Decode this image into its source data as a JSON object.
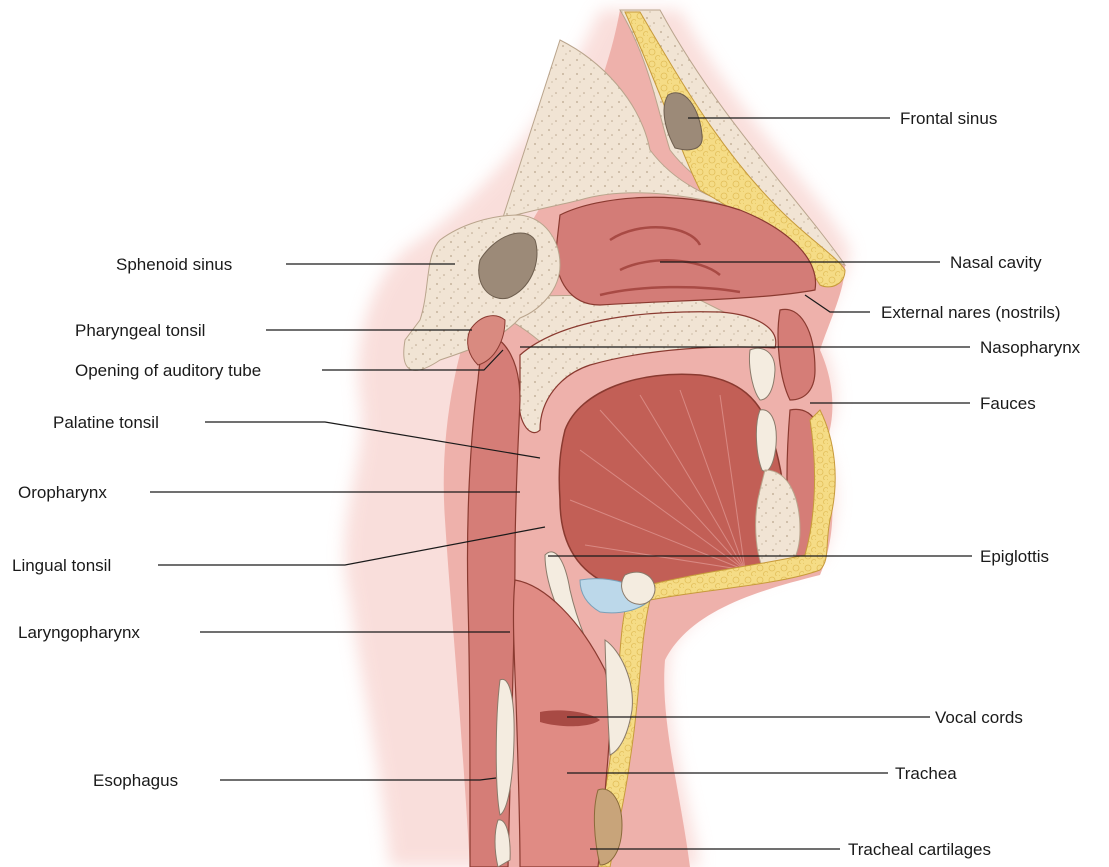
{
  "figure": {
    "labels_left": {
      "sphenoid_sinus": "Sphenoid sinus",
      "pharyngeal_tonsil": "Pharyngeal tonsil",
      "opening_auditory_tube": "Opening of auditory tube",
      "palatine_tonsil": "Palatine tonsil",
      "oropharynx": "Oropharynx",
      "lingual_tonsil": "Lingual tonsil",
      "laryngopharynx": "Laryngopharynx",
      "esophagus": "Esophagus"
    },
    "labels_right": {
      "frontal_sinus": "Frontal sinus",
      "nasal_cavity": "Nasal cavity",
      "external_nares": "External nares (nostrils)",
      "nasopharynx": "Nasopharynx",
      "fauces": "Fauces",
      "epiglottis": "Epiglottis",
      "vocal_cords": "Vocal cords",
      "trachea": "Trachea",
      "tracheal_cartilages": "Tracheal cartilages"
    },
    "colors": {
      "soft_tissue": "#e39b96",
      "mucosa": "#cf6f6b",
      "bone": "#f1e4d4",
      "fat": "#f5dc86",
      "sinus_air": "#9c8a78",
      "muscle": "#c25f56",
      "cartilage": "#bcd8ea",
      "outline": "#8a3a30"
    }
  }
}
